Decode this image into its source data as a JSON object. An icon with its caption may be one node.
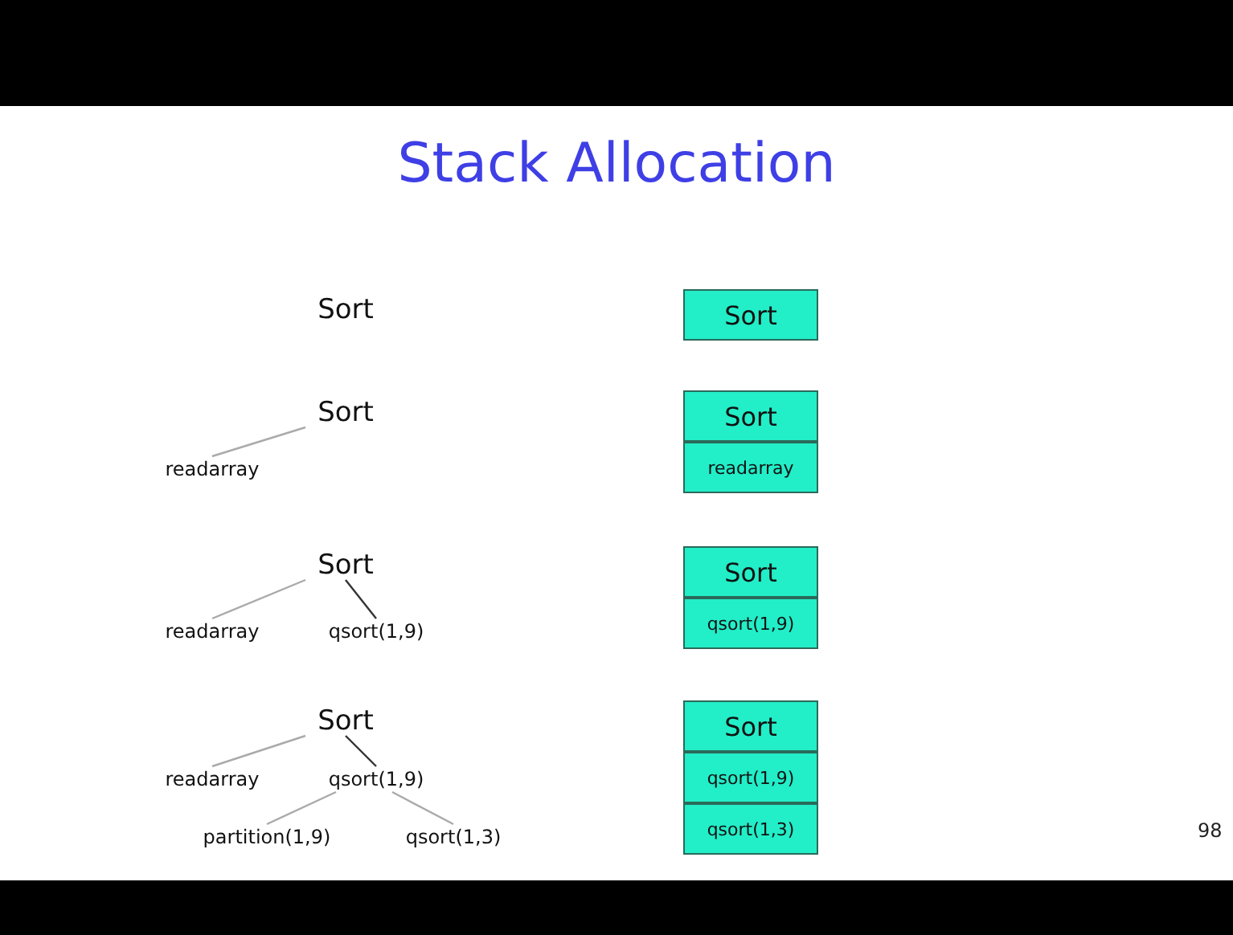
{
  "diagram": {
    "title": "Stack Allocation",
    "nodes": [
      {
        "text": [
          "Sort"
        ]
      },
      {
        "text": [
          "Sort"
        ]
      },
      {
        "text": [
          "Sort"
        ]
      },
      {
        "text": [
          "Sort"
        ]
      },
      {
        "text": [
          "readarray"
        ]
      },
      {
        "text": [
          "readarray"
        ]
      },
      {
        "text": [
          "Sort"
        ]
      },
      {
        "text": [
          "Sort"
        ]
      },
      {
        "text": [
          "readarray"
        ]
      },
      {
        "text": [
          "qsort(1,9)"
        ]
      },
      {
        "text": [
          "qsort(1,9)"
        ]
      },
      {
        "text": [
          "Sort"
        ]
      },
      {
        "text": [
          "Sort"
        ]
      },
      {
        "text": [
          "readarray"
        ]
      },
      {
        "text": [
          "qsort(1,9)"
        ]
      },
      {
        "text": [
          "qsort(1,9)"
        ]
      },
      {
        "text": [
          "partition(1,9)"
        ]
      },
      {
        "text": [
          "qsort(1,3)"
        ]
      },
      {
        "text": [
          "qsort(1,3)"
        ]
      }
    ],
    "edges": [
      {
        "from": 2,
        "to": 4,
        "arrow": "none"
      },
      {
        "from": 6,
        "to": 8,
        "arrow": "none"
      },
      {
        "from": 6,
        "to": 9,
        "arrow": "none",
        "color": "#333333"
      },
      {
        "from": 11,
        "to": 13,
        "arrow": "none"
      },
      {
        "from": 11,
        "to": 14,
        "arrow": "none",
        "color": "#333333"
      },
      {
        "from": 14,
        "to": 16,
        "arrow": "none"
      },
      {
        "from": 14,
        "to": 17,
        "arrow": "none"
      }
    ],
    "labels": [
      "98"
    ]
  }
}
